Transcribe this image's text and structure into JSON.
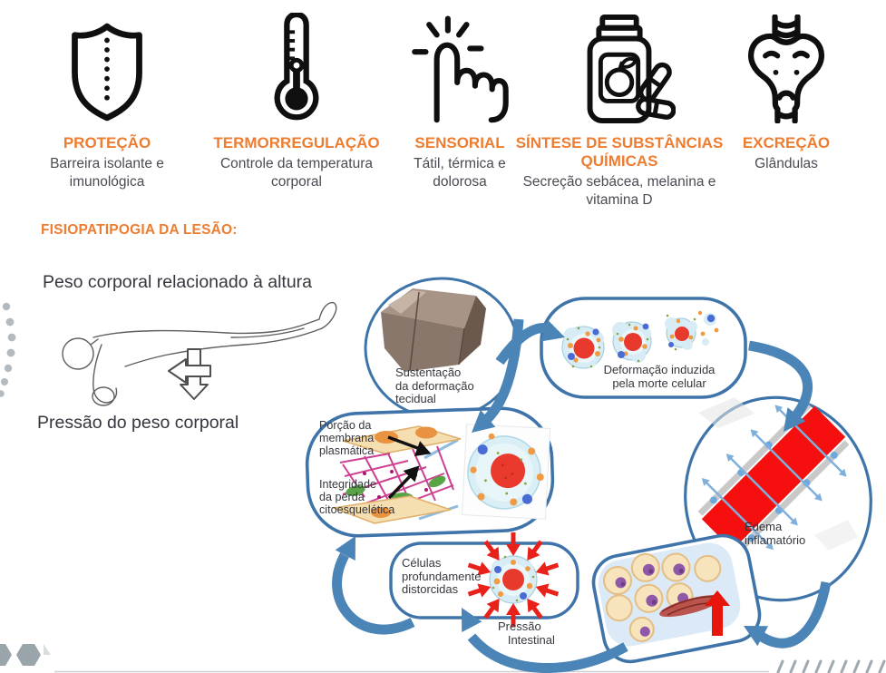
{
  "colors": {
    "accent_orange": "#ED7D31",
    "text_dark": "#4A4B53",
    "diagram_outline_blue": "#3E74A9",
    "arrow_blue": "#4B84B6",
    "alert_red": "#E8150D",
    "decor_gray": "#9FA8B0"
  },
  "skin_functions": [
    {
      "icon": "shield-icon",
      "title": "PROTEÇÃO",
      "desc": "Barreira isolante e imunológica"
    },
    {
      "icon": "thermometer-icon",
      "title": "TERMORREGULAÇÃO",
      "desc": "Controle da temperatura corporal"
    },
    {
      "icon": "touch-icon",
      "title": "SENSORIAL",
      "desc": "Tátil, térmica e dolorosa"
    },
    {
      "icon": "supplement-bottle-icon",
      "title": "SÍNTESE DE SUBSTÂNCIAS QUÍMICAS",
      "desc": "Secreção sebácea, melanina e vitamina D"
    },
    {
      "icon": "sacrum-bone-icon",
      "title": "EXCREÇÃO",
      "desc": "Glândulas"
    }
  ],
  "section": {
    "heading": "FISIOPATIPOGIA DA LESÃO:"
  },
  "pressure_figure": {
    "top_label": "Peso corporal relacionado à altura",
    "bottom_label": "Pressão do peso corporal"
  },
  "cycle": {
    "sustentacao": "Sustentação\nda deformação\ntecidual",
    "deformacao": "Deformação induzida\npela morte celular",
    "edema": "Edema\ninflamatório",
    "celulas": "Células\nprofundamente\ndistorcidas",
    "membrana": "Porção da\nmembrana\nplasmática",
    "integridade": "Integridade\nda perda\ncitoesquelética",
    "pressao": "Pressão\n   Intestinal"
  }
}
